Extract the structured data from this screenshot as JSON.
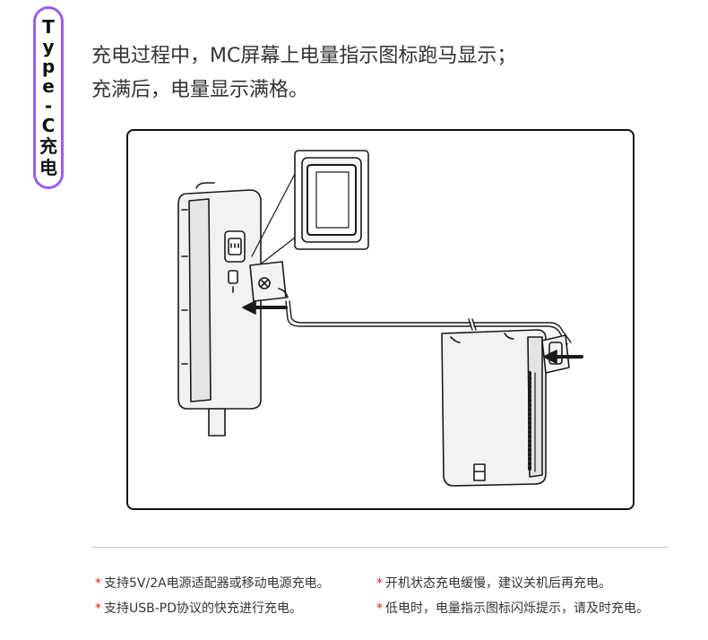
{
  "side_tag": {
    "latin_chars": [
      "T",
      "y",
      "p",
      "e",
      "-",
      "C"
    ],
    "cjk_chars": [
      "充",
      "电"
    ]
  },
  "intro": {
    "line1": "充电过程中，MC屏幕上电量指示图标跑马显示；",
    "line2": "充满后，电量显示满格。"
  },
  "notes": {
    "bullet": "*",
    "items": [
      "支持5V/2A电源适配器或移动电源充电。",
      "开机状态充电缓慢，建议关机后再充电。",
      "支持USB-PD协议的快充进行充电。",
      "低电时，电量指示图标闪烁提示，请及时充电。"
    ]
  },
  "colors": {
    "accent_border": "#9b5cf0",
    "bullet_red": "#e02020",
    "line_art": "#1a1a1a"
  },
  "icons": {
    "left_device": "handheld-mc-device",
    "zoom_callout": "battery-indicator-zoom",
    "power_bank": "power-bank",
    "arrow": "insert-arrow"
  }
}
